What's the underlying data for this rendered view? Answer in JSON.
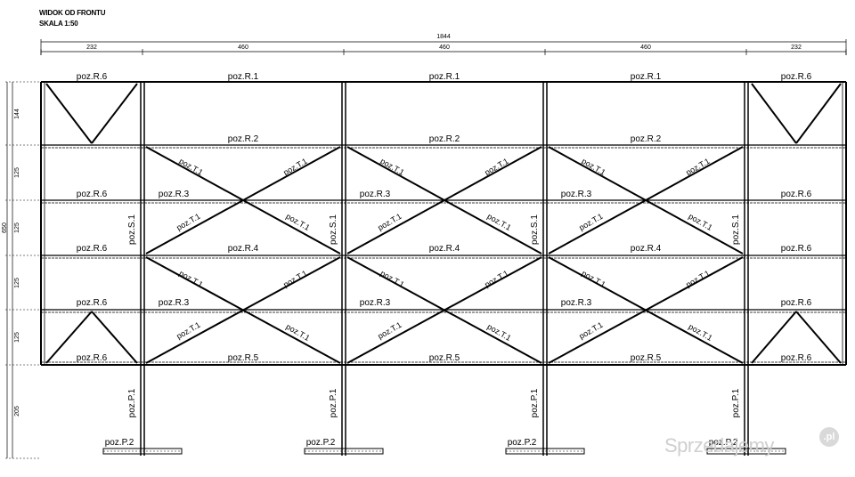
{
  "header": {
    "title": "WIDOK OD FRONTU",
    "scale": "SKALA 1:50"
  },
  "dimensions": {
    "overall": "1844",
    "bays": [
      "232",
      "460",
      "460",
      "460",
      "232"
    ],
    "vertical": [
      "144",
      "125",
      "125",
      "125",
      "125",
      "205"
    ],
    "height_total": "650"
  },
  "labels": {
    "r1": "poz.R.1",
    "r2": "poz.R.2",
    "r3": "poz.R.3",
    "r4": "poz.R.4",
    "r5": "poz.R.5",
    "r6": "poz.R.6",
    "t1": "poz.T.1",
    "s1": "poz.S.1",
    "p1": "poz.P.1",
    "p2": "poz.P.2"
  },
  "watermark": {
    "text": "Sprzedajemy",
    "badge": ".pl"
  }
}
